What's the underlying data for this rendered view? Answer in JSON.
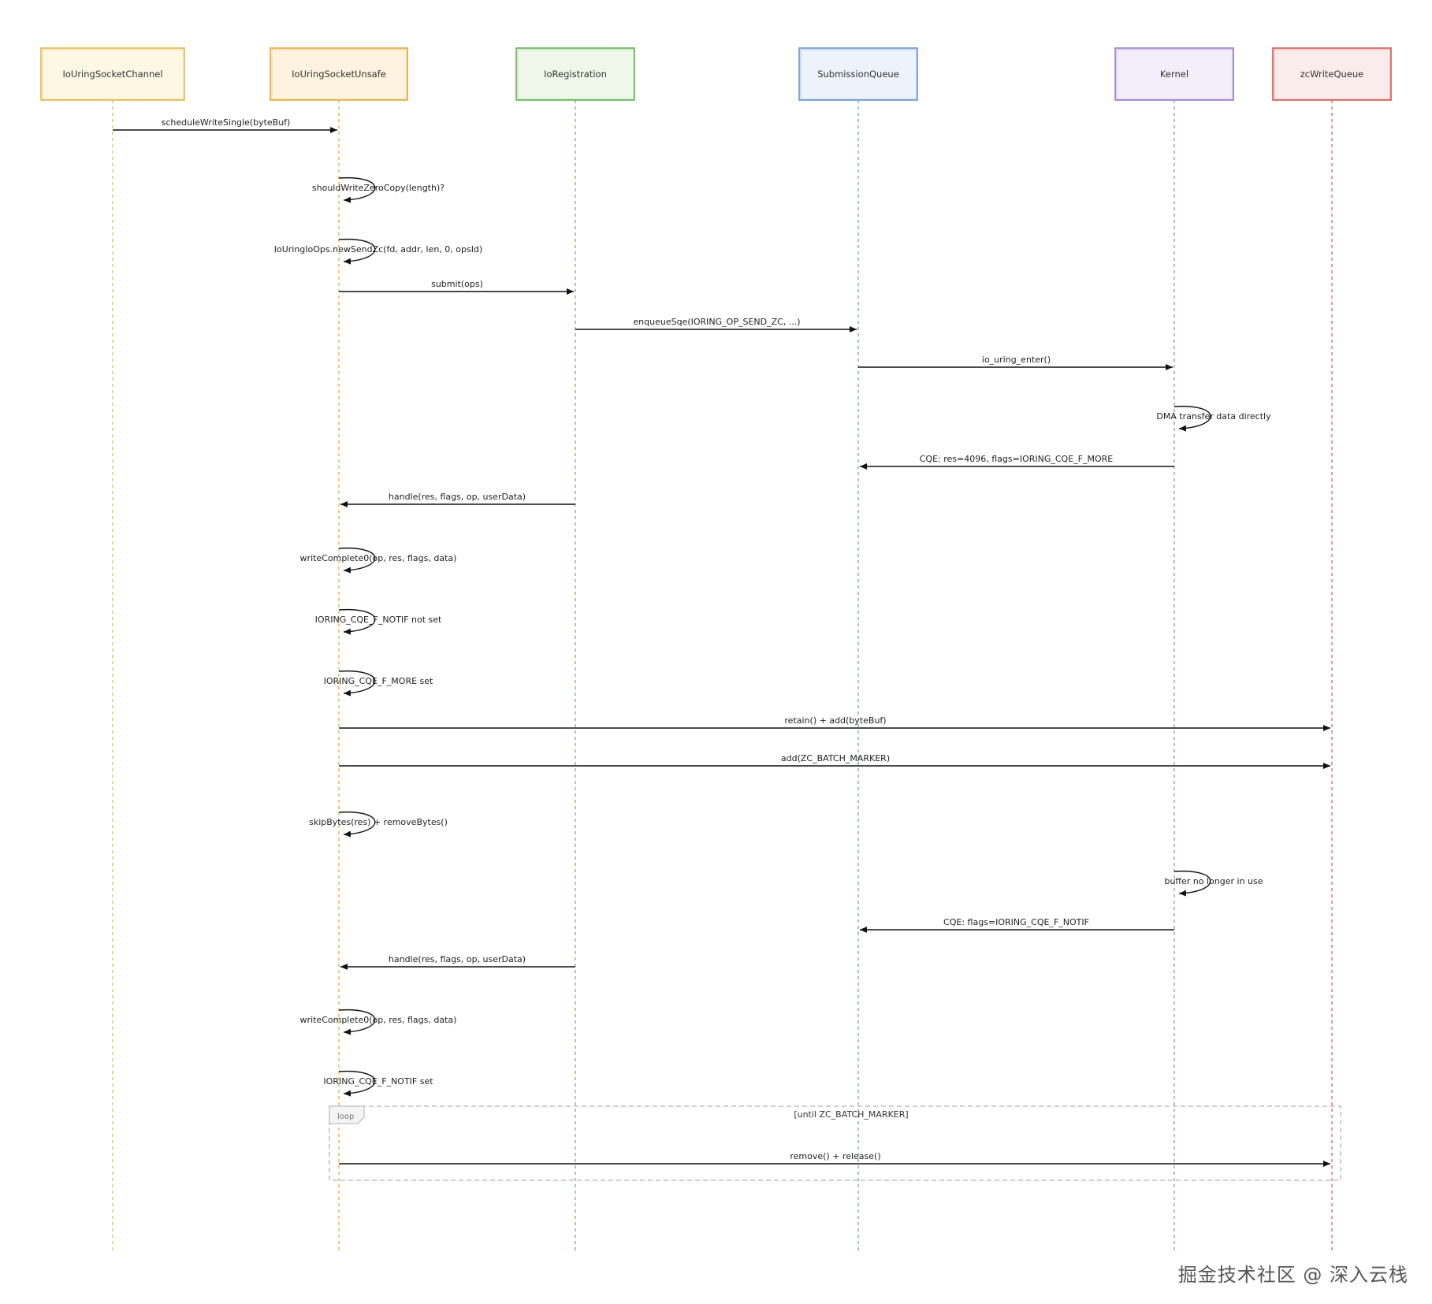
{
  "participants": [
    {
      "id": "channel",
      "label": "IoUringSocketChannel",
      "color": "#e0b84a",
      "fill": "#fdf7e4"
    },
    {
      "id": "unsafe",
      "label": "IoUringSocketUnsafe",
      "color": "#e0a93a",
      "fill": "#fdf3de"
    },
    {
      "id": "reg",
      "label": "IoRegistration",
      "color": "#66b356",
      "fill": "#eef8ea"
    },
    {
      "id": "sq",
      "label": "SubmissionQueue",
      "color": "#6c94c8",
      "fill": "#edf3fb"
    },
    {
      "id": "kernel",
      "label": "Kernel",
      "color": "#9b7cc9",
      "fill": "#f3eefa"
    },
    {
      "id": "zc",
      "label": "zcWriteQueue",
      "color": "#d35a5a",
      "fill": "#fbecec"
    }
  ],
  "messages": [
    {
      "from": "channel",
      "to": "unsafe",
      "label": "scheduleWriteSingle(byteBuf)"
    },
    {
      "from": "unsafe",
      "to": "unsafe",
      "label": "shouldWriteZeroCopy(length)?"
    },
    {
      "from": "unsafe",
      "to": "unsafe",
      "label": "IoUringIoOps.newSendZc(fd, addr, len, 0, opsId)"
    },
    {
      "from": "unsafe",
      "to": "reg",
      "label": "submit(ops)"
    },
    {
      "from": "reg",
      "to": "sq",
      "label": "enqueueSqe(IORING_OP_SEND_ZC, ...)"
    },
    {
      "from": "sq",
      "to": "kernel",
      "label": "io_uring_enter()"
    },
    {
      "from": "kernel",
      "to": "kernel",
      "label": "DMA transfer data directly"
    },
    {
      "from": "kernel",
      "to": "sq",
      "label": "CQE: res=4096, flags=IORING_CQE_F_MORE"
    },
    {
      "from": "reg",
      "to": "unsafe",
      "label": "handle(res, flags, op, userData)"
    },
    {
      "from": "unsafe",
      "to": "unsafe",
      "label": "writeComplete0(op, res, flags, data)"
    },
    {
      "from": "unsafe",
      "to": "unsafe",
      "label": "IORING_CQE_F_NOTIF not set"
    },
    {
      "from": "unsafe",
      "to": "unsafe",
      "label": "IORING_CQE_F_MORE set"
    },
    {
      "from": "unsafe",
      "to": "zc",
      "label": "retain() + add(byteBuf)"
    },
    {
      "from": "unsafe",
      "to": "zc",
      "label": "add(ZC_BATCH_MARKER)"
    },
    {
      "from": "unsafe",
      "to": "unsafe",
      "label": "skipBytes(res) + removeBytes()"
    },
    {
      "from": "kernel",
      "to": "kernel",
      "label": "buffer no longer in use"
    },
    {
      "from": "kernel",
      "to": "sq",
      "label": "CQE: flags=IORING_CQE_F_NOTIF"
    },
    {
      "from": "reg",
      "to": "unsafe",
      "label": "handle(res, flags, op, userData)"
    },
    {
      "from": "unsafe",
      "to": "unsafe",
      "label": "writeComplete0(op, res, flags, data)"
    },
    {
      "from": "unsafe",
      "to": "unsafe",
      "label": "IORING_CQE_F_NOTIF set"
    },
    {
      "from": "unsafe",
      "to": "zc",
      "label": "remove() + release()"
    }
  ],
  "loop": {
    "tag": "loop",
    "guard": "[until ZC_BATCH_MARKER]"
  },
  "footer": {
    "credit": "掘金技术社区 @ 深入云栈"
  }
}
